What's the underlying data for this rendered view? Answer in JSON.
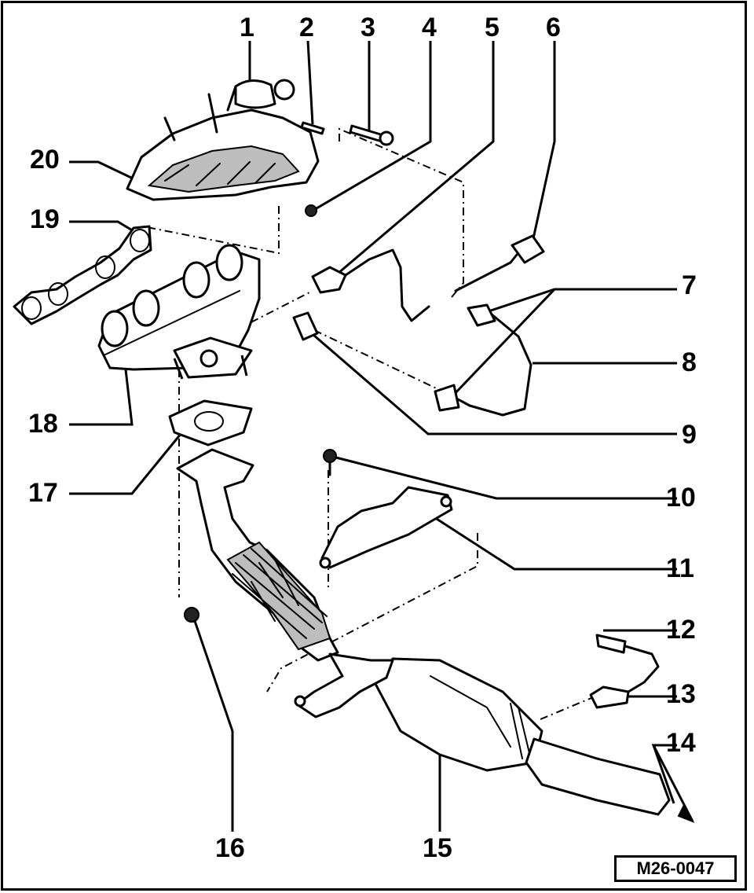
{
  "diagram": {
    "reference_code": "M26-0047",
    "callouts": [
      "1",
      "2",
      "3",
      "4",
      "5",
      "6",
      "7",
      "8",
      "9",
      "10",
      "11",
      "12",
      "13",
      "14",
      "15",
      "16",
      "17",
      "18",
      "19",
      "20"
    ]
  }
}
